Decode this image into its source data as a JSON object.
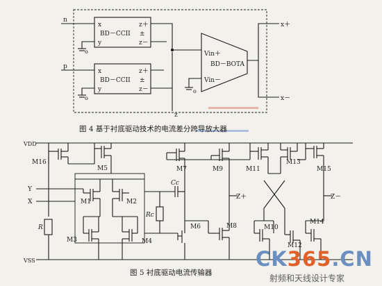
{
  "figure4": {
    "caption": "图 4 基于衬底驱动技术的电流差分跨导放大器",
    "block_label": "BD－CCII",
    "sign_pm": "±",
    "ota_label": "BD－BOTA",
    "vin_plus": "Vin＋",
    "vin_minus": "Vin－",
    "in_n": "n",
    "in_p": "p",
    "port_x": "x",
    "port_y": "y",
    "port_zp": "z＋",
    "port_zm": "z－",
    "node_o": "o",
    "node_z": "z",
    "out_plus": "x＋",
    "out_minus": "x－"
  },
  "figure5": {
    "caption": "图 5 衬底驱动电流传输器",
    "vdd": "VDD",
    "vss": "VSS",
    "in_y": "Y",
    "in_x": "X",
    "out_zp": "Z＋",
    "out_zm": "Z－",
    "cap": "Cc",
    "res_c": "Rc",
    "res": "R",
    "transistors": {
      "m1": "M1",
      "m2": "M2",
      "m3": "M3",
      "m4": "M4",
      "m5": "M5",
      "m6": "M6",
      "m7": "M7",
      "m8": "M8",
      "m9": "M9",
      "m10": "M10",
      "m11": "M11",
      "m12": "M12",
      "m13": "M13",
      "m14": "M14",
      "m15": "M15",
      "m16": "M16"
    }
  },
  "watermark": {
    "logo_part1": "CK",
    "logo_part2": "365",
    "logo_part3": ".CN",
    "subtitle": "射频和天线设计专家"
  }
}
